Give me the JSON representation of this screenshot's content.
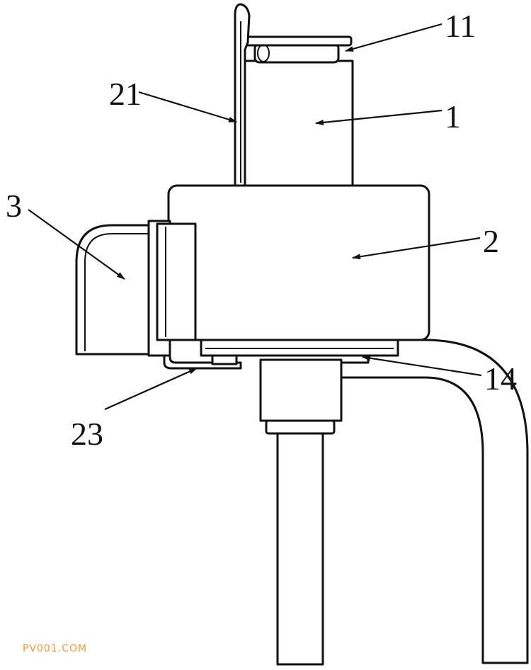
{
  "labels": {
    "label_11": "11",
    "label_21": "21",
    "label_1": "1",
    "label_3": "3",
    "label_2": "2",
    "label_14": "14",
    "label_23": "23"
  },
  "watermark": "PV001.COM",
  "colors": {
    "line": "#111111",
    "background": "#ffffff",
    "watermark": "#f39a3c"
  }
}
